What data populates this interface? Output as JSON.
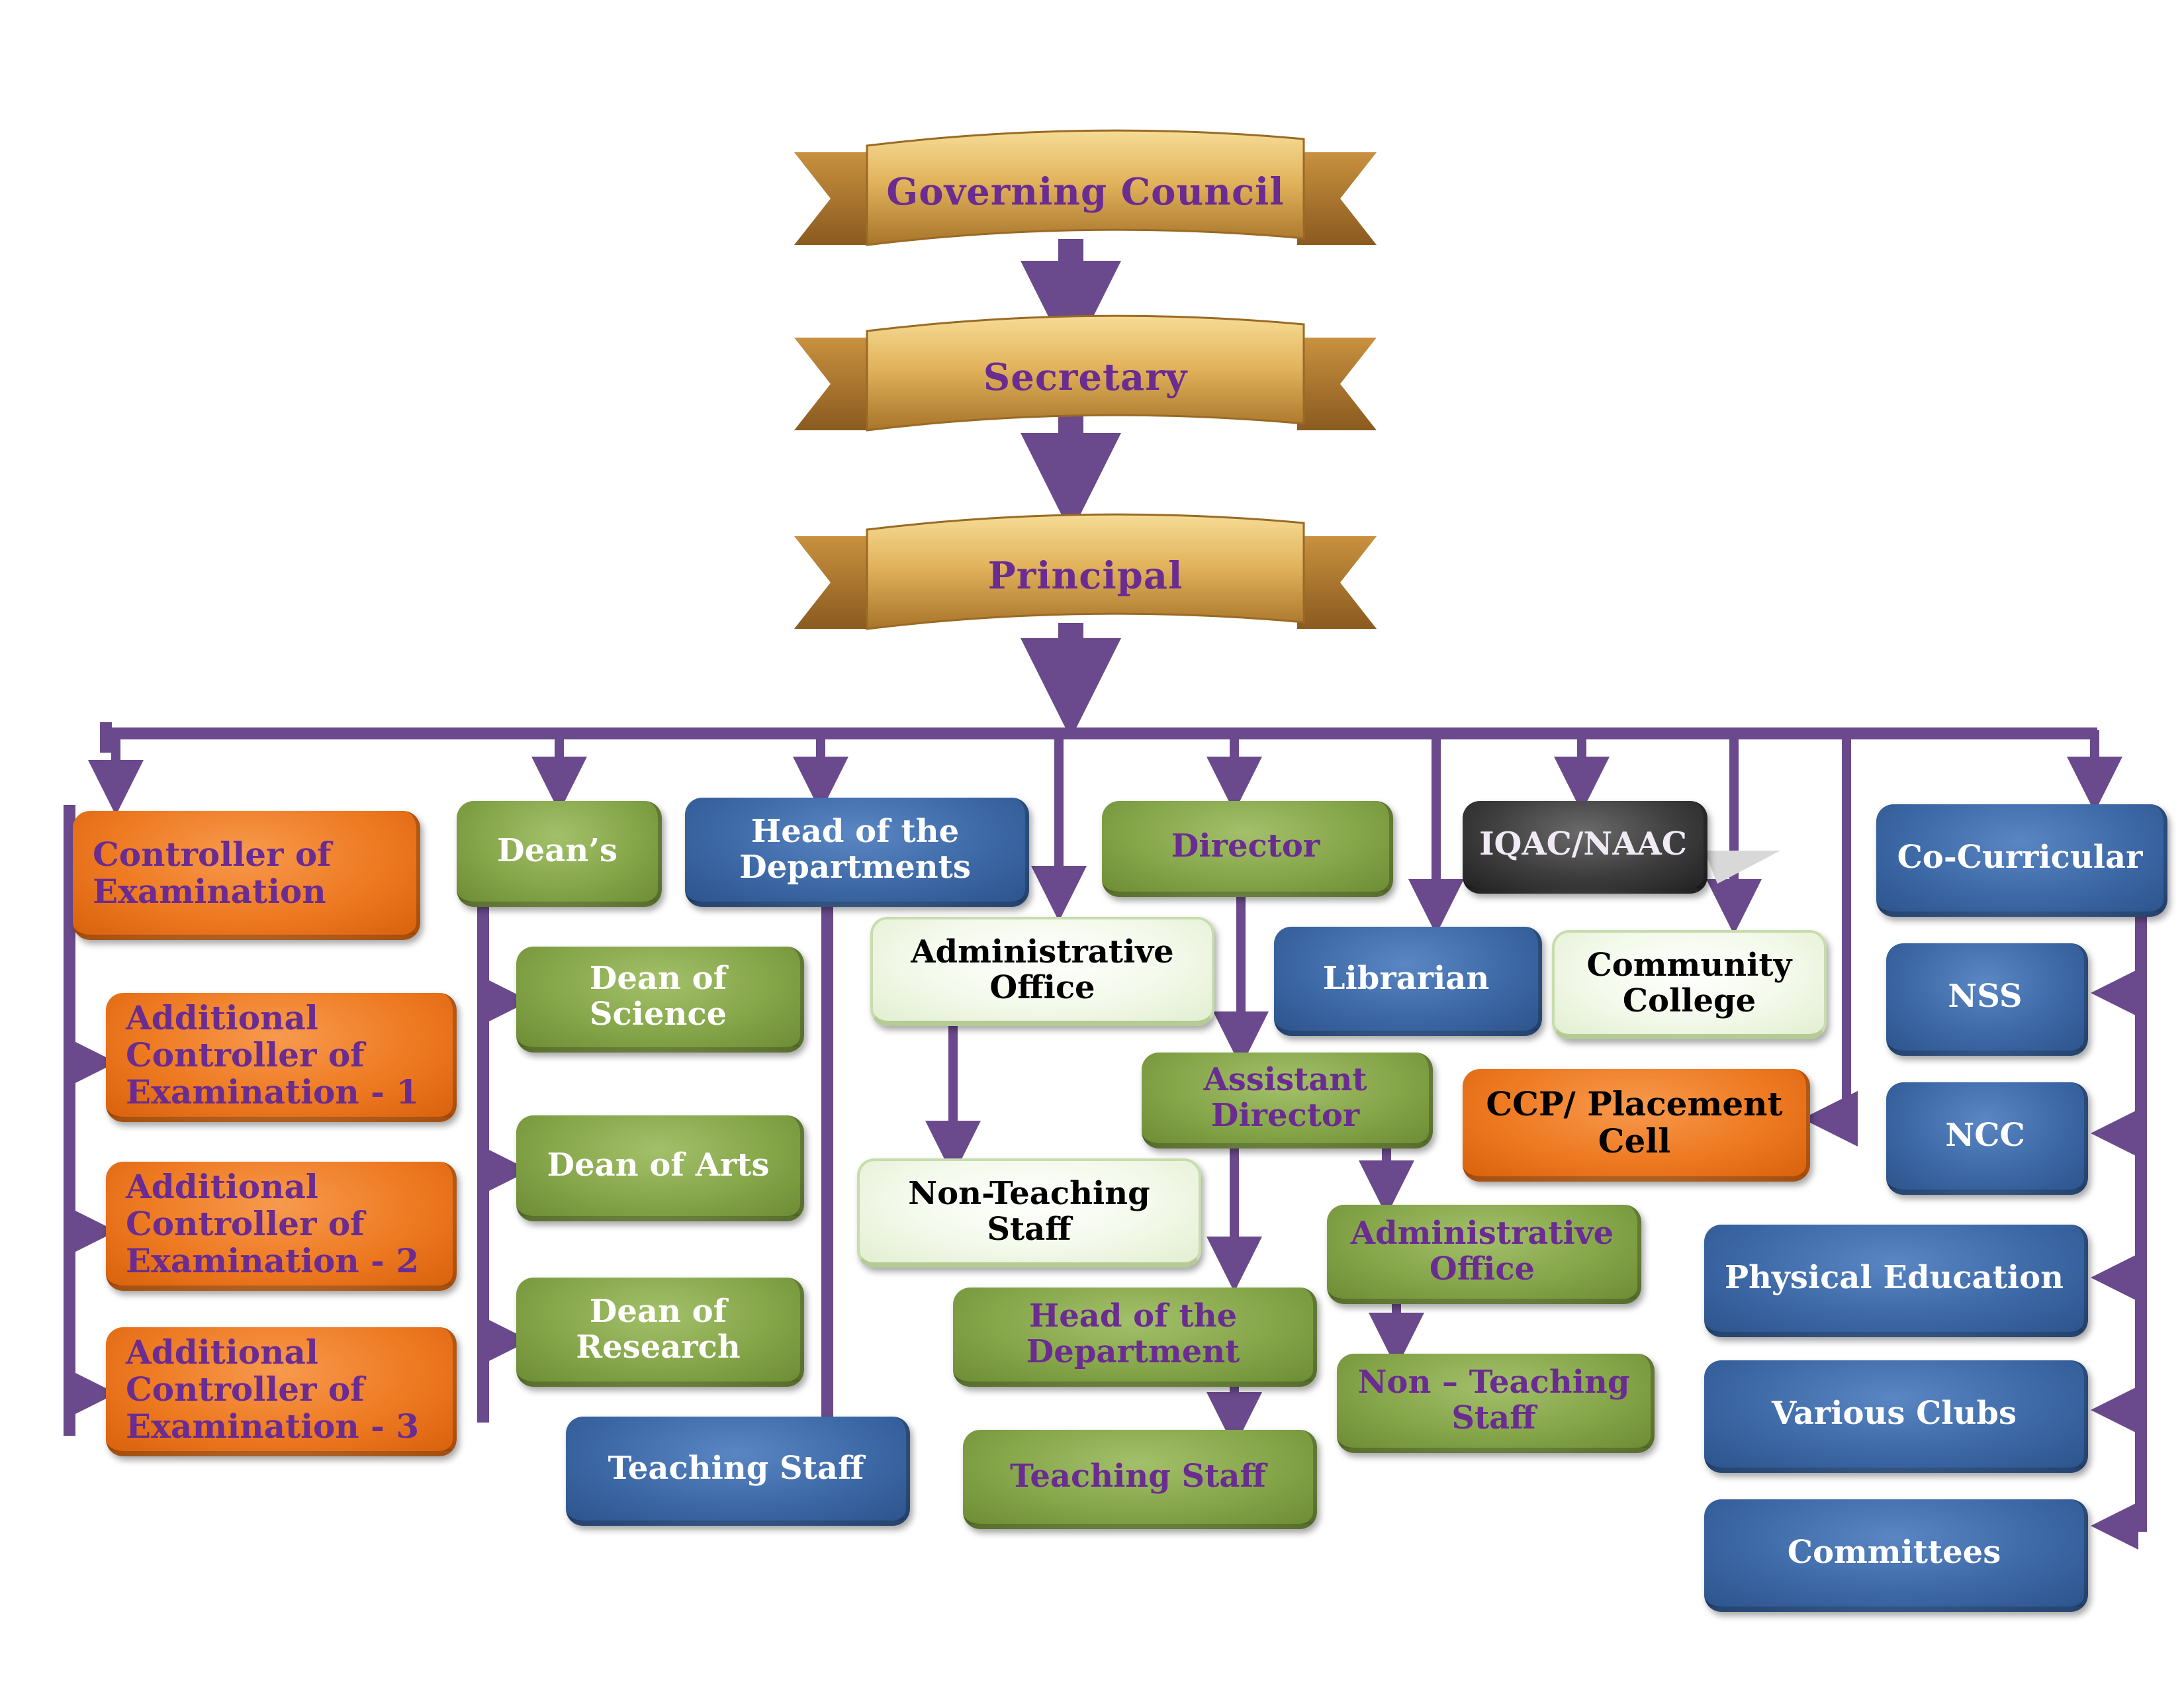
{
  "top": {
    "governing_council": "Governing Council",
    "secretary": "Secretary",
    "principal": "Principal"
  },
  "branches": {
    "controller": {
      "label": "Controller of\nExamination",
      "additional_1": "Additional\nController of\nExamination - 1",
      "additional_2": "Additional\nController of\nExamination - 2",
      "additional_3": "Additional\nController of\nExamination - 3"
    },
    "deans": {
      "label": "Dean’s",
      "science": "Dean of Science",
      "arts": "Dean of Arts",
      "research": "Dean of\nResearch"
    },
    "hod": {
      "label": "Head of the\nDepartments",
      "teaching_staff": "Teaching Staff"
    },
    "admin": {
      "label": "Administrative\nOffice",
      "non_teaching": "Non-Teaching\nStaff"
    },
    "director": {
      "label": "Director",
      "assistant_director": "Assistant\nDirector",
      "head_of_department": "Head of the\nDepartment",
      "teaching_staff": "Teaching Staff",
      "admin_office": "Administrative\nOffice",
      "non_teaching": "Non – Teaching\nStaff"
    },
    "iqac": {
      "label": "IQAC/NAAC"
    },
    "librarian": {
      "label": "Librarian"
    },
    "community_college": {
      "label": "Community\nCollege"
    },
    "placement": {
      "label": "CCP/ Placement\nCell"
    },
    "co_curricular": {
      "label": "Co-Curricular",
      "nss": "NSS",
      "ncc": "NCC",
      "physical_education": "Physical Education",
      "various_clubs": "Various Clubs",
      "committees": "Committees"
    }
  },
  "colors": {
    "connector": "#6a4a8c",
    "orange": "#ee7a22",
    "green": "#86a64a",
    "blue": "#3d69a7",
    "gold": "#d9a84a",
    "label_purple": "#6a2c91"
  }
}
